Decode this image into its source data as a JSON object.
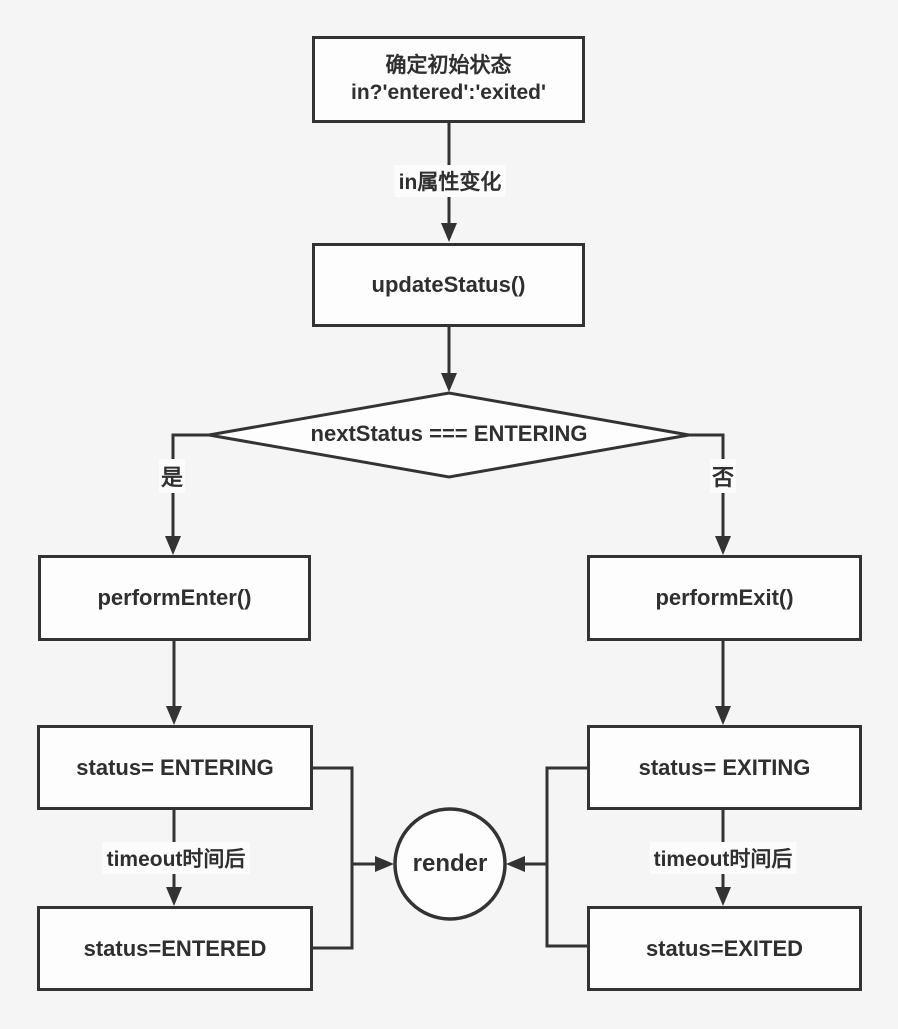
{
  "page": {
    "background": "#f5f5f5",
    "node_fill": "#fdfdfd",
    "stroke_color": "#333333",
    "text_color": "#2f2f2f"
  },
  "nodes": {
    "initial": {
      "line1": "确定初始状态",
      "line2": "in?'entered':'exited'"
    },
    "update_status": {
      "label": "updateStatus()"
    },
    "decision": {
      "label": "nextStatus === ENTERING"
    },
    "perform_enter": {
      "label": "performEnter()"
    },
    "perform_exit": {
      "label": "performExit()"
    },
    "status_entering": {
      "label": "status= ENTERING"
    },
    "status_entered": {
      "label": "status=ENTERED"
    },
    "status_exiting": {
      "label": "status= EXITING"
    },
    "status_exited": {
      "label": "status=EXITED"
    },
    "render": {
      "label": "render"
    }
  },
  "edge_labels": {
    "in_prop_change": "in属性变化",
    "yes": "是",
    "no": "否",
    "timeout_left": "timeout时间后",
    "timeout_right": "timeout时间后"
  }
}
